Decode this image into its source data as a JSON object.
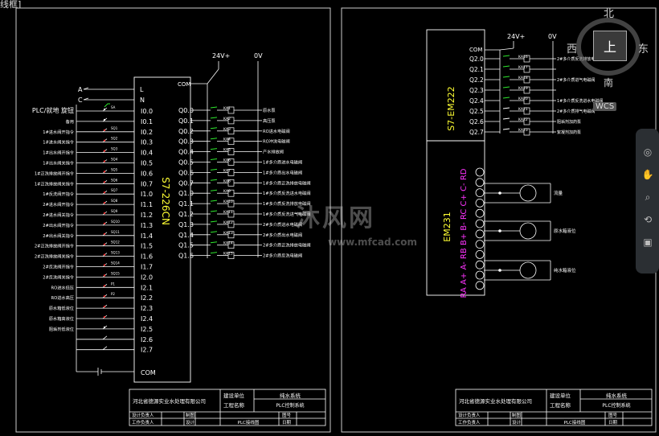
{
  "header_fragment": "线框]",
  "left_sheet": {
    "power_left": {
      "l": "L",
      "n": "N"
    },
    "power_lines": {
      "a": "A",
      "c": "C"
    },
    "plc_model": "S7-226CN",
    "com_top": "COM",
    "com_bottom": "COM",
    "v24": "24V+",
    "v0": "0V",
    "inputs": [
      {
        "addr": "I0.0",
        "label": "PLC/就地 旋钮",
        "contact": "SA"
      },
      {
        "addr": "I0.1",
        "label": "备用",
        "contact": ""
      },
      {
        "addr": "I0.2",
        "label": "1#进水阀开指令",
        "contact": "SQ1"
      },
      {
        "addr": "I0.3",
        "label": "1#进水阀关指令",
        "contact": "SQ2"
      },
      {
        "addr": "I0.4",
        "label": "1#出水阀开指令",
        "contact": "SQ3"
      },
      {
        "addr": "I0.5",
        "label": "1#出水阀关指令",
        "contact": "SQ4"
      },
      {
        "addr": "I0.6",
        "label": "1#正洗排放阀开指令",
        "contact": "SQ5"
      },
      {
        "addr": "I0.7",
        "label": "1#正洗排放阀关指令",
        "contact": "SQ6"
      },
      {
        "addr": "I1.0",
        "label": "1#反洗阀开指令",
        "contact": "SQ7"
      },
      {
        "addr": "I1.1",
        "label": "2#进水阀开指令",
        "contact": "SQ8"
      },
      {
        "addr": "I1.2",
        "label": "2#进水阀关指令",
        "contact": "SQ9"
      },
      {
        "addr": "I1.3",
        "label": "2#出水阀开指令",
        "contact": "SQ10"
      },
      {
        "addr": "I1.4",
        "label": "2#出水阀关指令",
        "contact": "SQ11"
      },
      {
        "addr": "I1.5",
        "label": "2#正洗排放阀开指令",
        "contact": "SQ12"
      },
      {
        "addr": "I1.6",
        "label": "2#正洗排放阀关指令",
        "contact": "SQ13"
      },
      {
        "addr": "I1.7",
        "label": "2#反洗阀开指令",
        "contact": "SQ14"
      },
      {
        "addr": "I2.0",
        "label": "2#反洗阀关指令",
        "contact": "SQ15"
      },
      {
        "addr": "I2.1",
        "label": "RO进水低压",
        "contact": "P1"
      },
      {
        "addr": "I2.2",
        "label": "RO进水高压",
        "contact": "P2"
      },
      {
        "addr": "I2.3",
        "label": "原水箱低液位",
        "contact": ""
      },
      {
        "addr": "I2.4",
        "label": "原水箱高液位",
        "contact": ""
      },
      {
        "addr": "I2.5",
        "label": "阻垢剂低液位",
        "contact": ""
      },
      {
        "addr": "I2.6",
        "label": "",
        "contact": ""
      },
      {
        "addr": "I2.7",
        "label": "",
        "contact": ""
      }
    ],
    "outputs": [
      {
        "addr": "Q0.0",
        "relay": "KA1",
        "label": "原水泵"
      },
      {
        "addr": "Q0.1",
        "relay": "KA2",
        "label": "高压泵"
      },
      {
        "addr": "Q0.2",
        "relay": "KA3",
        "label": "RO进水电磁阀"
      },
      {
        "addr": "Q0.3",
        "relay": "KA4",
        "label": "RO冲洗电磁阀"
      },
      {
        "addr": "Q0.4",
        "relay": "KA5",
        "label": "产水排放阀"
      },
      {
        "addr": "Q0.5",
        "relay": "KA6",
        "label": "1#多介质进水电磁阀"
      },
      {
        "addr": "Q0.6",
        "relay": "KA7",
        "label": "1#多介质出水电磁阀"
      },
      {
        "addr": "Q0.7",
        "relay": "KA8",
        "label": "1#多介质正洗排放电磁阀"
      },
      {
        "addr": "Q1.0",
        "relay": "KA9",
        "label": "1#多介质反洗进水电磁阀"
      },
      {
        "addr": "Q1.1",
        "relay": "KA10",
        "label": "1#多介质反洗排放电磁阀"
      },
      {
        "addr": "Q1.2",
        "relay": "KA11",
        "label": "1#多介质反洗进气电磁阀"
      },
      {
        "addr": "Q1.3",
        "relay": "KA12",
        "label": "2#多介质进水电磁阀"
      },
      {
        "addr": "Q1.4",
        "relay": "KA13",
        "label": "2#多介质出水电磁阀"
      },
      {
        "addr": "Q1.5",
        "relay": "KA14",
        "label": "2#多介质正洗排放电磁阀"
      },
      {
        "addr": "Q1.6",
        "relay": "KA15",
        "label": "2#多介质反洗电磁阀"
      }
    ],
    "title_block": {
      "company": "河北省德源实业水处理有限公司",
      "build_unit_label": "建设单位",
      "project_label": "工程名称",
      "system_name": "纯水系统",
      "drawing_name": "PLC控制系统",
      "design_lead": "设计负责人",
      "work_lead": "工作负责人",
      "draw_label": "制图",
      "design_label": "设计",
      "sheet_title": "PLC接线图",
      "drawing_no_label": "图号",
      "date_label": "日期"
    }
  },
  "right_sheet": {
    "module1": "S7-EM222",
    "module2": "EM231",
    "com": "COM",
    "v24": "24V+",
    "v0": "0V",
    "outputs": [
      {
        "addr": "Q2.0",
        "relay": "KA16",
        "label": "2#多介质反洗排放电磁阀"
      },
      {
        "addr": "Q2.1",
        "relay": "KA17",
        "label": ""
      },
      {
        "addr": "Q2.2",
        "relay": "KA18",
        "label": "2#多介质进气电磁阀"
      },
      {
        "addr": "Q2.3",
        "relay": "KA19",
        "label": ""
      },
      {
        "addr": "Q2.4",
        "relay": "KA20",
        "label": "1#多介质反洗进水电磁阀"
      },
      {
        "addr": "Q2.5",
        "relay": "KA21",
        "label": "2#多介质排气电磁阀"
      },
      {
        "addr": "Q2.6",
        "relay": "KA22",
        "label": "阻垢剂加药泵"
      },
      {
        "addr": "Q2.7",
        "relay": "KA23",
        "label": "絮凝剂加药泵"
      }
    ],
    "analog_labels": "RA A+ A- RB B+ B- RC C+ C- RD",
    "analog_devices": [
      {
        "label": "流量"
      },
      {
        "label": "原水箱液位"
      },
      {
        "label": "纯水箱液位"
      }
    ],
    "title_block": {
      "company": "河北省德源实业水处理有限公司",
      "build_unit_label": "建设单位",
      "project_label": "工程名称",
      "system_name": "纯水系统",
      "drawing_name": "PLC控制系统",
      "design_lead": "设计负责人",
      "work_lead": "工作负责人",
      "draw_label": "制图",
      "design_label": "设计",
      "sheet_title": "PLC接线图",
      "drawing_no_label": "图号",
      "date_label": "日期"
    }
  },
  "watermark": {
    "big": "沐风网",
    "small": "www.mfcad.com"
  },
  "viewcube": {
    "north": "北",
    "south": "南",
    "west": "西",
    "east": "东",
    "top": "上",
    "wcs": "WCS"
  },
  "colors": {
    "wire": "#ffffff",
    "green": "#2ee82e",
    "red": "#ff3030",
    "yellow": "#ffff33",
    "magenta": "#ff33ff",
    "frame": "#cccccc"
  }
}
